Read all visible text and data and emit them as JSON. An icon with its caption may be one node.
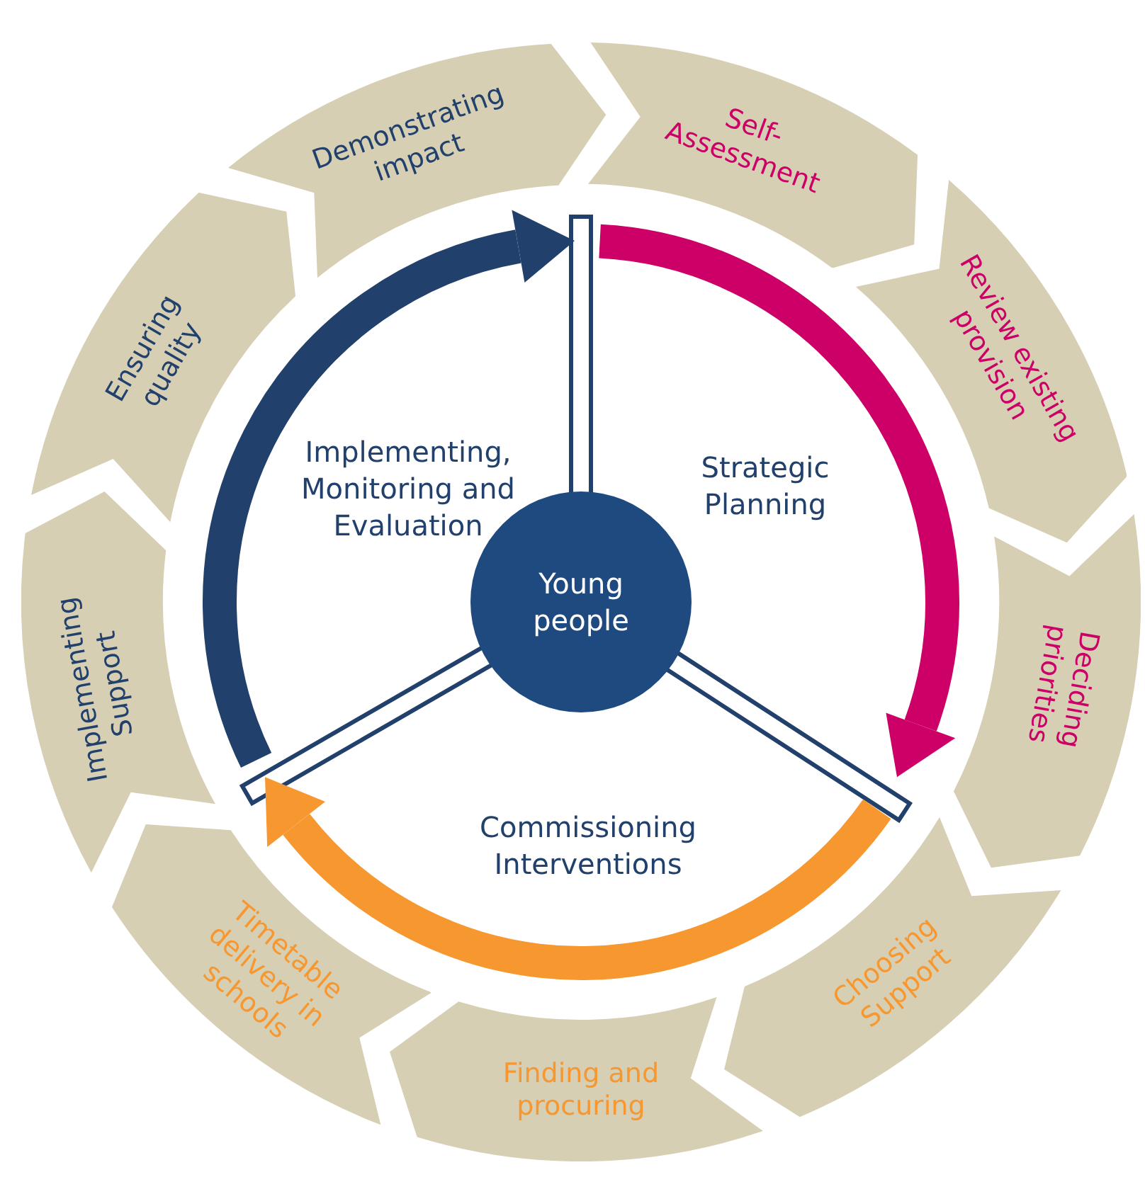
{
  "diagram": {
    "nodes": [
      {
        "text": [
          "Young people"
        ]
      },
      {
        "text": [
          "Strategic Planning"
        ]
      },
      {
        "text": [
          "Commissioning Interventions"
        ]
      },
      {
        "text": [
          "Implementing, Monitoring and Evaluation"
        ]
      },
      {
        "text": [
          "Self-Assessment"
        ]
      },
      {
        "text": [
          "Review existing provision"
        ]
      },
      {
        "text": [
          "Deciding priorities"
        ]
      },
      {
        "text": [
          "Choosing Support"
        ]
      },
      {
        "text": [
          "Finding and procuring"
        ]
      },
      {
        "text": [
          "Timetable delivery in schools"
        ]
      },
      {
        "text": [
          "Implementing Support"
        ]
      },
      {
        "text": [
          "Ensuring quality"
        ]
      },
      {
        "text": [
          "Demonstrating impact"
        ]
      }
    ]
  }
}
